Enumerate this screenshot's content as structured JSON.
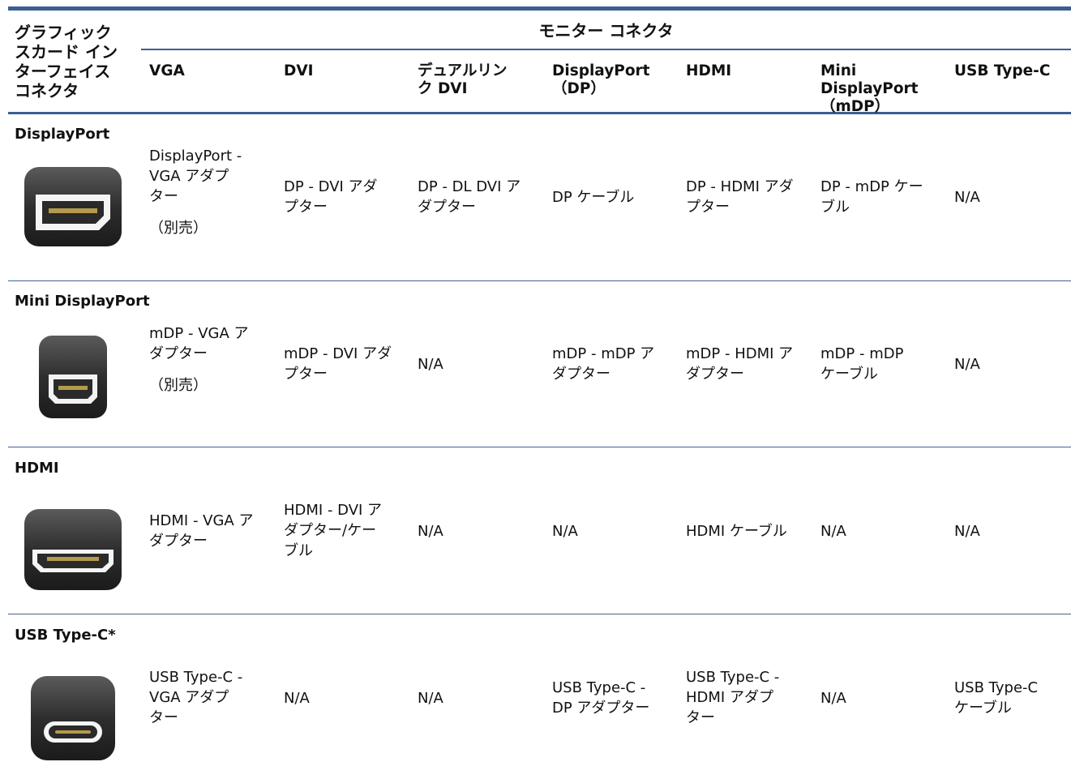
{
  "header": {
    "corner_label": "グラフィック\nスカード イン\nターフェイス\nコネクタ",
    "group_label": "モニター コネクタ",
    "columns": [
      "VGA",
      "DVI",
      "デュアルリン\nク DVI",
      "DisplayPort\n（DP）",
      "HDMI",
      "Mini DisplayPort\n（mDP）",
      "USB Type-C"
    ]
  },
  "rows": [
    {
      "label": "DisplayPort",
      "icon": "displayport-connector-icon",
      "cells": [
        "DisplayPort -\nVGA アダプ\nター",
        "DP - DVI アダ\nプター",
        "DP - DL DVI ア\nダプター",
        "DP ケーブル",
        "DP - HDMI アダ\nプター",
        "DP - mDP ケー\nブル",
        "N/A"
      ],
      "note": "（別売）"
    },
    {
      "label": "Mini DisplayPort",
      "icon": "mini-displayport-connector-icon",
      "cells": [
        "mDP - VGA ア\nダプター",
        "mDP - DVI アダ\nプター",
        "N/A",
        "mDP - mDP ア\nダプター",
        "mDP - HDMI ア\nダプター",
        "mDP - mDP\nケーブル",
        "N/A"
      ],
      "note": "（別売）"
    },
    {
      "label": "HDMI",
      "icon": "hdmi-connector-icon",
      "cells": [
        "HDMI - VGA ア\nダプター",
        "HDMI - DVI ア\nダプター/ケー\nブル",
        "N/A",
        "N/A",
        "HDMI ケーブル",
        "N/A",
        "N/A"
      ],
      "note": ""
    },
    {
      "label": "USB Type-C*",
      "icon": "usb-type-c-connector-icon",
      "cells": [
        "USB Type-C -\nVGA アダプ\nター",
        "N/A",
        "N/A",
        "USB Type-C -\nDP アダプター",
        "USB Type-C -\nHDMI アダプ\nター",
        "N/A",
        "USB Type-C\nケーブル"
      ],
      "note": ""
    }
  ],
  "colors": {
    "rule": "#3a5f92",
    "connector_body": "#3a3a3a",
    "connector_port": "#ffffff"
  }
}
